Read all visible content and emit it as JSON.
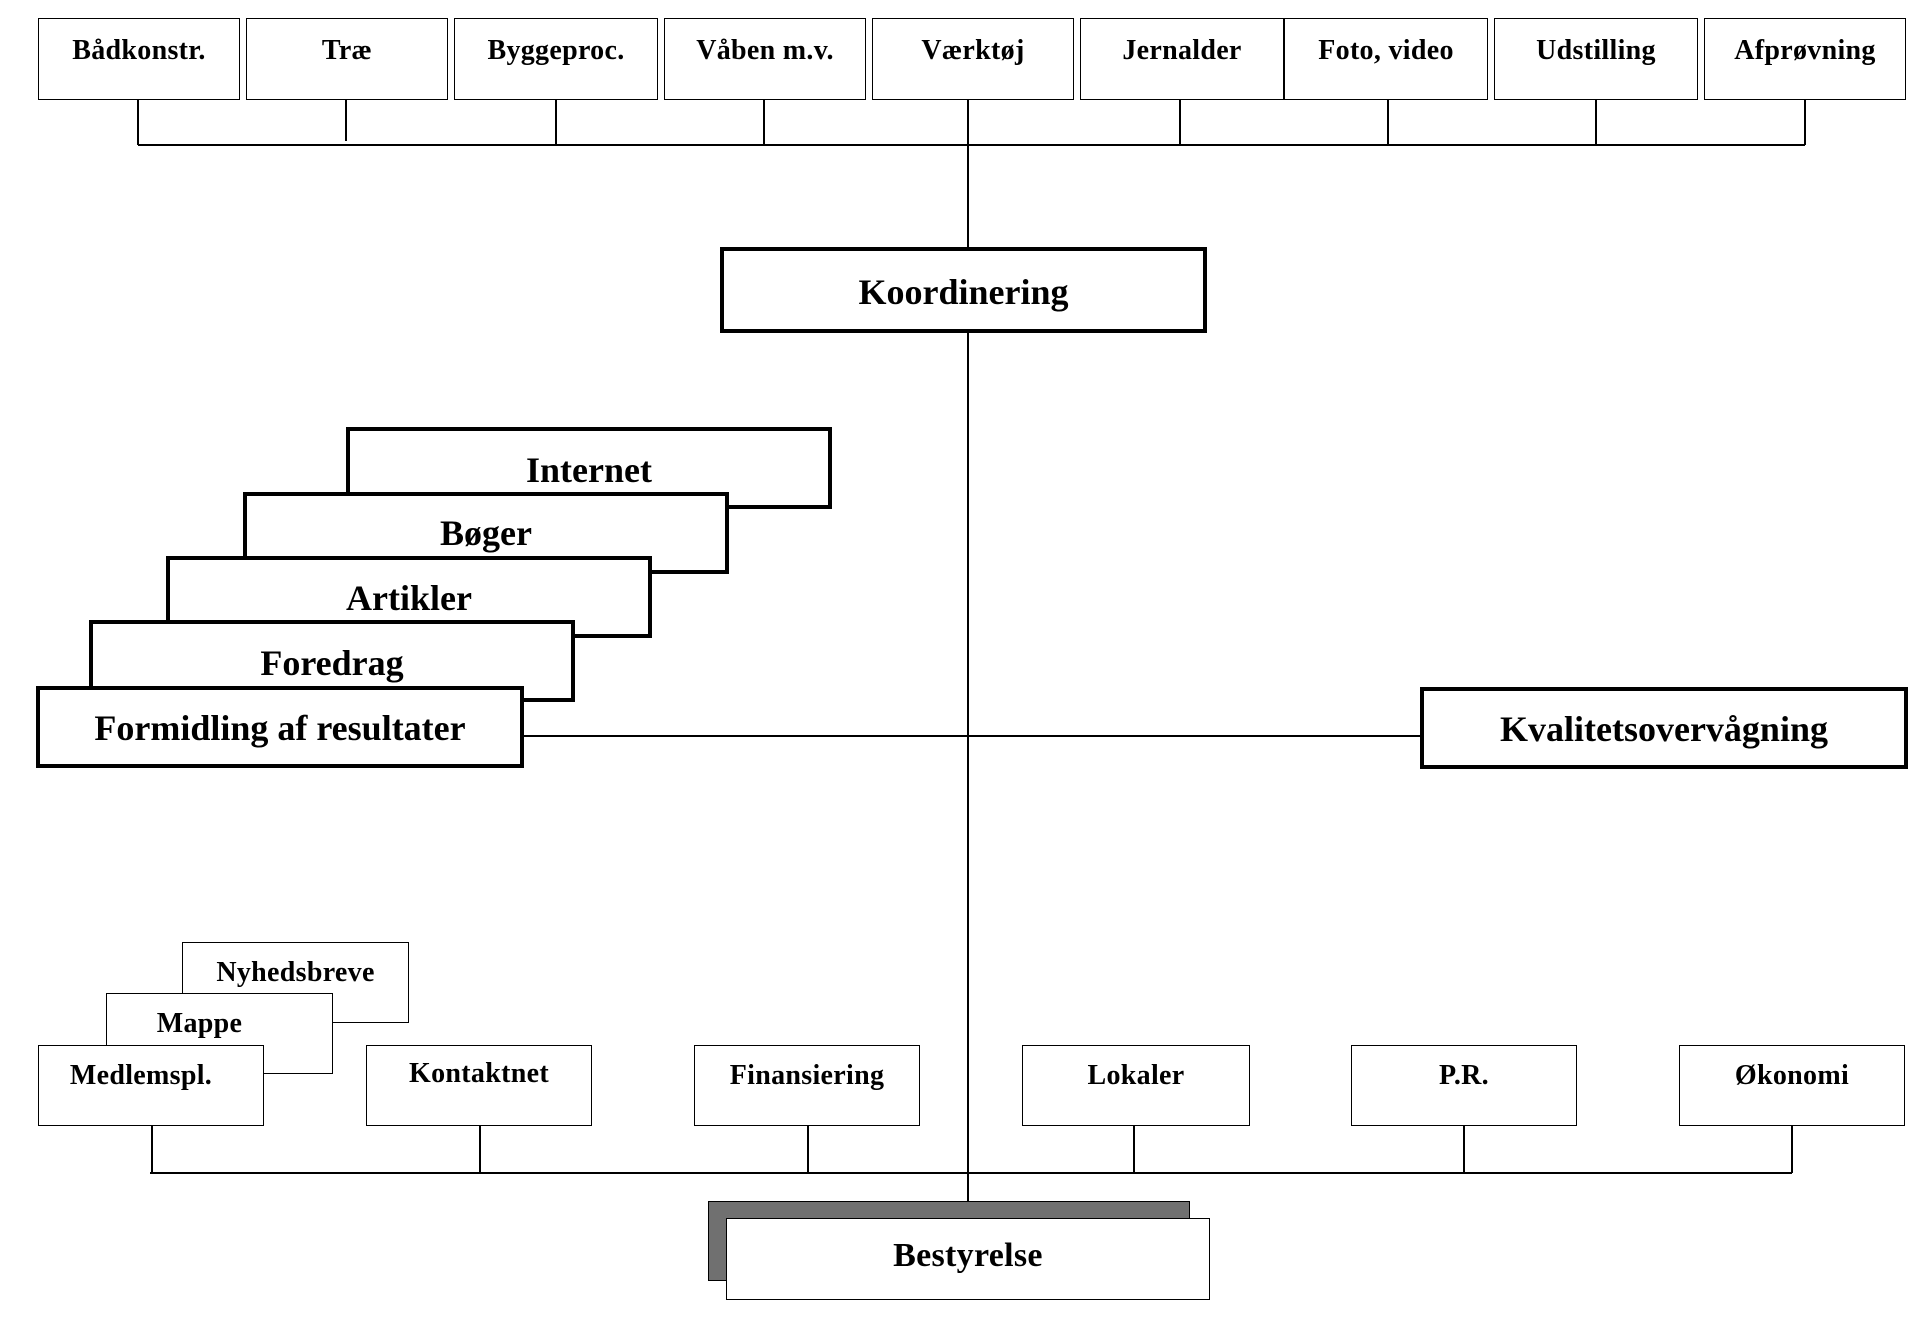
{
  "top_row": [
    "Bådkonstr.",
    "Træ",
    "Byggeproc.",
    "Våben m.v.",
    "Værktøj",
    "Jernalder",
    "Foto, video",
    "Udstilling",
    "Afprøvning"
  ],
  "koordinering": "Koordinering",
  "formidling": {
    "stack": [
      "Internet",
      "Bøger",
      "Artikler",
      "Foredrag"
    ],
    "main": "Formidling af resultater"
  },
  "kvalitet": "Kvalitetsovervågning",
  "bottom_row": {
    "medlemspl_stack": [
      "Nyhedsbreve",
      "Mappe"
    ],
    "items": [
      "Medlemspl.",
      "Kontaktnet",
      "Finansiering",
      "Lokaler",
      "P.R.",
      "Økonomi"
    ]
  },
  "bestyrelse": "Bestyrelse"
}
